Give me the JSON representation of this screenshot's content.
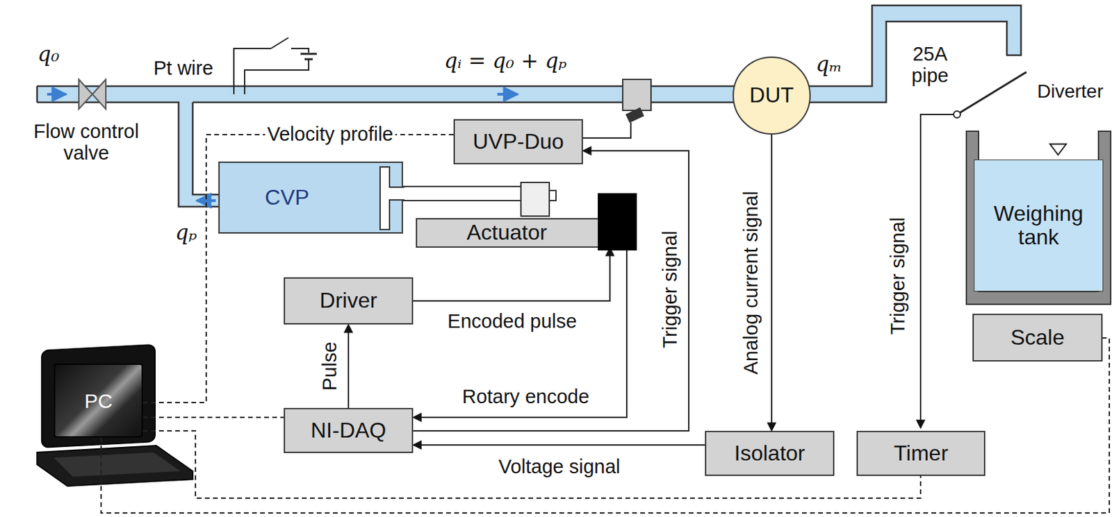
{
  "diagram": {
    "nodes": [
      {
        "text": [
          "UVP-Duo"
        ]
      },
      {
        "text": [
          "CVP"
        ]
      },
      {
        "text": [
          "Actuator"
        ]
      },
      {
        "text": [
          "Driver"
        ]
      },
      {
        "text": [
          "NI-DAQ"
        ]
      },
      {
        "text": [
          "DUT"
        ]
      },
      {
        "text": [
          "Isolator"
        ]
      },
      {
        "text": [
          "Timer"
        ]
      },
      {
        "text": [
          "Weighing tank"
        ]
      },
      {
        "text": [
          "Scale"
        ]
      },
      {
        "text": [
          "PC"
        ]
      }
    ],
    "edges": [
      {
        "from": 10,
        "to": 0,
        "label": "Velocity profile",
        "arrow": "none"
      },
      {
        "from": 4,
        "to": 3,
        "label": "Pulse",
        "arrow": "to"
      },
      {
        "from": 3,
        "to": 2,
        "label": "Encoded pulse",
        "arrow": "to"
      },
      {
        "from": 2,
        "to": 4,
        "label": "Rotary encode",
        "arrow": "to"
      },
      {
        "from": 4,
        "to": 0,
        "label": "Trigger signal",
        "arrow": "to"
      },
      {
        "from": 6,
        "to": 4,
        "label": "Voltage signal",
        "arrow": "to"
      },
      {
        "from": 5,
        "to": 6,
        "label": "Analog current signal",
        "arrow": "to"
      },
      {
        "from": 10,
        "to": 4,
        "arrow": "none"
      },
      {
        "from": 10,
        "to": 7,
        "arrow": "none"
      },
      {
        "from": 10,
        "to": 9,
        "arrow": "none"
      }
    ],
    "labels": [
      "q₀",
      "Flow control valve",
      "Pt wire",
      "qᵢ = q₀ + qₚ",
      "qₚ",
      "qₘ",
      "25A pipe",
      "Diverter",
      "Trigger signal"
    ]
  }
}
